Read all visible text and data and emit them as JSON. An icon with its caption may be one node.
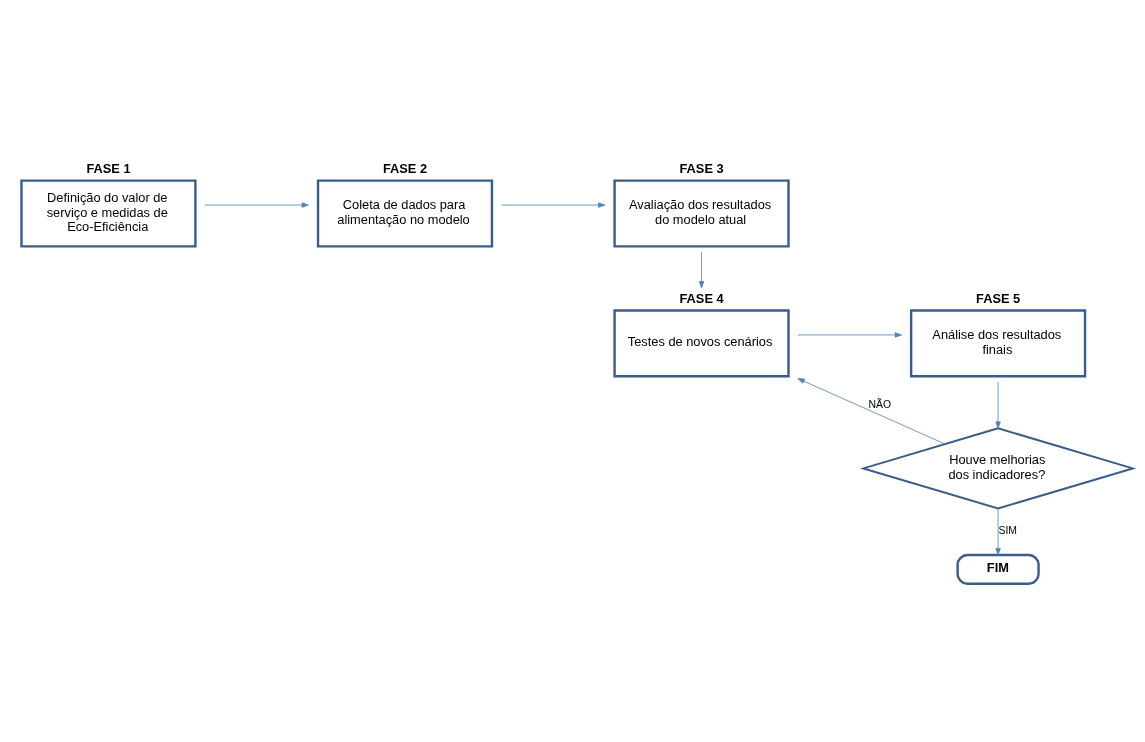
{
  "diagram": {
    "nodes": [
      {
        "text": [
          "FASE 1",
          "Definição do valor de serviço e medidas de Eco-Eficiência"
        ]
      },
      {
        "text": [
          "FASE 2",
          "Coleta de dados para alimentação no modelo"
        ]
      },
      {
        "text": [
          "FASE 3",
          "Avaliação dos resultados do modelo atual"
        ]
      },
      {
        "text": [
          "FASE 4",
          "Testes de novos cenários"
        ]
      },
      {
        "text": [
          "FASE 5",
          "Análise dos resultados finais"
        ]
      },
      {
        "text": [
          "Houve melhorias dos indicadores?"
        ]
      },
      {
        "text": [
          "FIM"
        ]
      }
    ],
    "edges": [
      {
        "from": 0,
        "to": 1,
        "arrow": "to"
      },
      {
        "from": 1,
        "to": 2,
        "arrow": "to"
      },
      {
        "from": 2,
        "to": 3,
        "arrow": "to"
      },
      {
        "from": 3,
        "to": 4,
        "arrow": "to"
      },
      {
        "from": 4,
        "to": 5,
        "arrow": "to"
      },
      {
        "from": 5,
        "to": 3,
        "arrow": "to",
        "label": "NÃO"
      },
      {
        "from": 5,
        "to": 6,
        "arrow": "to",
        "label": "SIM"
      }
    ]
  }
}
